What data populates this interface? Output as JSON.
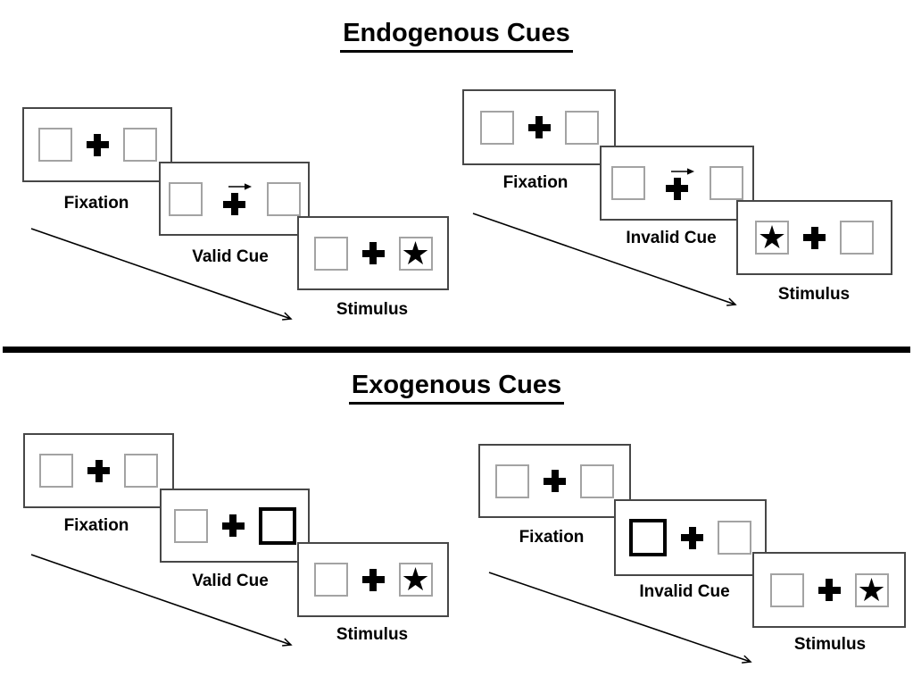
{
  "diagram": {
    "star_glyph": "★"
  },
  "colors": {
    "background": "#ffffff",
    "ink": "#000000",
    "panel_border": "#474747",
    "placeholder_box_border": "#a3a3a3",
    "cue_highlight_border": "#000000"
  },
  "sections": [
    {
      "title": "Endogenous Cues",
      "groups": [
        {
          "condition": "valid",
          "fixation": "Fixation",
          "cue": "Valid Cue",
          "stimulus": "Stimulus",
          "cue_arrow_direction": "right",
          "star_side": "right"
        },
        {
          "condition": "invalid",
          "fixation": "Fixation",
          "cue": "Invalid Cue",
          "stimulus": "Stimulus",
          "cue_arrow_direction": "right",
          "star_side": "left"
        }
      ]
    },
    {
      "title": "Exogenous Cues",
      "groups": [
        {
          "condition": "valid",
          "fixation": "Fixation",
          "cue": "Valid Cue",
          "stimulus": "Stimulus",
          "highlighted_box_side": "right",
          "star_side": "right"
        },
        {
          "condition": "invalid",
          "fixation": "Fixation",
          "cue": "Invalid Cue",
          "stimulus": "Stimulus",
          "highlighted_box_side": "left",
          "star_side": "right"
        }
      ]
    }
  ]
}
